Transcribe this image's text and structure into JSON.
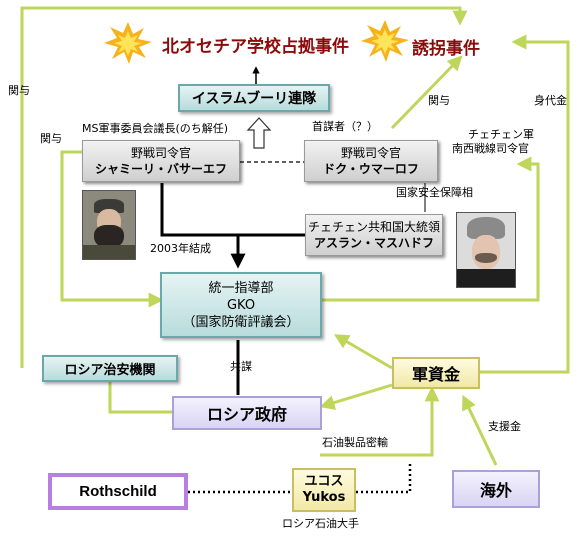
{
  "events": {
    "north_ossetia": "北オセチア学校占拠事件",
    "kidnapping": "誘拐事件"
  },
  "boxes": {
    "islam_regiment": "イスラムブーリ連隊",
    "basaev_title": "野戦司令官",
    "basaev_name": "シャミーリ・バサーエフ",
    "umarov_title": "野戦司令官",
    "umarov_name": "ドク・ウマーロフ",
    "maskhadov_title": "チェチェン共和国大統領",
    "maskhadov_name": "アスラン・マスハドフ",
    "gko_line1": "統一指導部",
    "gko_line2": "GKO",
    "gko_line3": "（国家防衛評議会）",
    "security": "ロシア治安機関",
    "gov": "ロシア政府",
    "funds": "軍資金",
    "rothschild": "Rothschild",
    "yukos_line1": "ユコス",
    "yukos_line2": "Yukos",
    "overseas": "海外"
  },
  "labels": {
    "involve_left_top": "関与",
    "involve_left_mid": "関与",
    "involve_right": "関与",
    "ransom": "身代金",
    "ms_chair": "MS軍事委員会議長(のち解任)",
    "ringleader": "首謀者（？）",
    "chechen_army_1": "チェチェン軍",
    "chechen_army_2": "南西戦線司令官",
    "security_minister": "国家安全保障相",
    "formed": "2003年結成",
    "conspiracy": "共謀",
    "oil_smuggling": "石油製品密輸",
    "support_funds": "支援金",
    "oil_major": "ロシア石油大手"
  },
  "colors": {
    "green_arrow": "#bed65a",
    "dark_line": "#000000",
    "event_text": "#8b0a0a",
    "teal_border": "#6aa8aa",
    "yellow_border": "#c8c060",
    "purple_border": "#b77fe0"
  }
}
